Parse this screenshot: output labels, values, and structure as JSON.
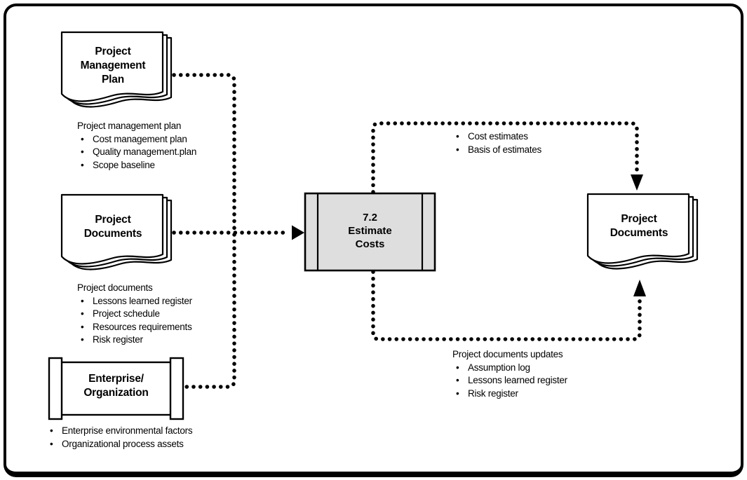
{
  "process": {
    "title": "7.2\nEstimate\nCosts",
    "fill_color": "#dedede"
  },
  "inputs": [
    {
      "shape": "document",
      "title": "Project\nManagement\nPlan",
      "list": {
        "header": "Project management plan",
        "items": [
          "Cost management plan",
          "Quality management.plan",
          "Scope baseline"
        ]
      }
    },
    {
      "shape": "document",
      "title": "Project\nDocuments",
      "list": {
        "header": "Project documents",
        "items": [
          "Lessons learned register",
          "Project schedule",
          "Resources requirements",
          "Risk register"
        ]
      }
    },
    {
      "shape": "enterprise",
      "title": "Enterprise/\nOrganization",
      "list": {
        "header": "",
        "items": [
          "Enterprise environmental factors",
          "Organizational process assets"
        ]
      }
    }
  ],
  "outputs": {
    "top": {
      "list": {
        "header": "",
        "items": [
          "Cost estimates",
          "Basis of estimates"
        ]
      }
    },
    "bottom": {
      "list": {
        "header": "Project documents updates",
        "items": [
          "Assumption log",
          "Lessons learned register",
          "Risk register"
        ]
      }
    },
    "destination": {
      "shape": "document",
      "title": "Project\nDocuments"
    }
  },
  "colors": {
    "line": "#000000",
    "process_fill": "#dedede",
    "background": "#ffffff"
  }
}
